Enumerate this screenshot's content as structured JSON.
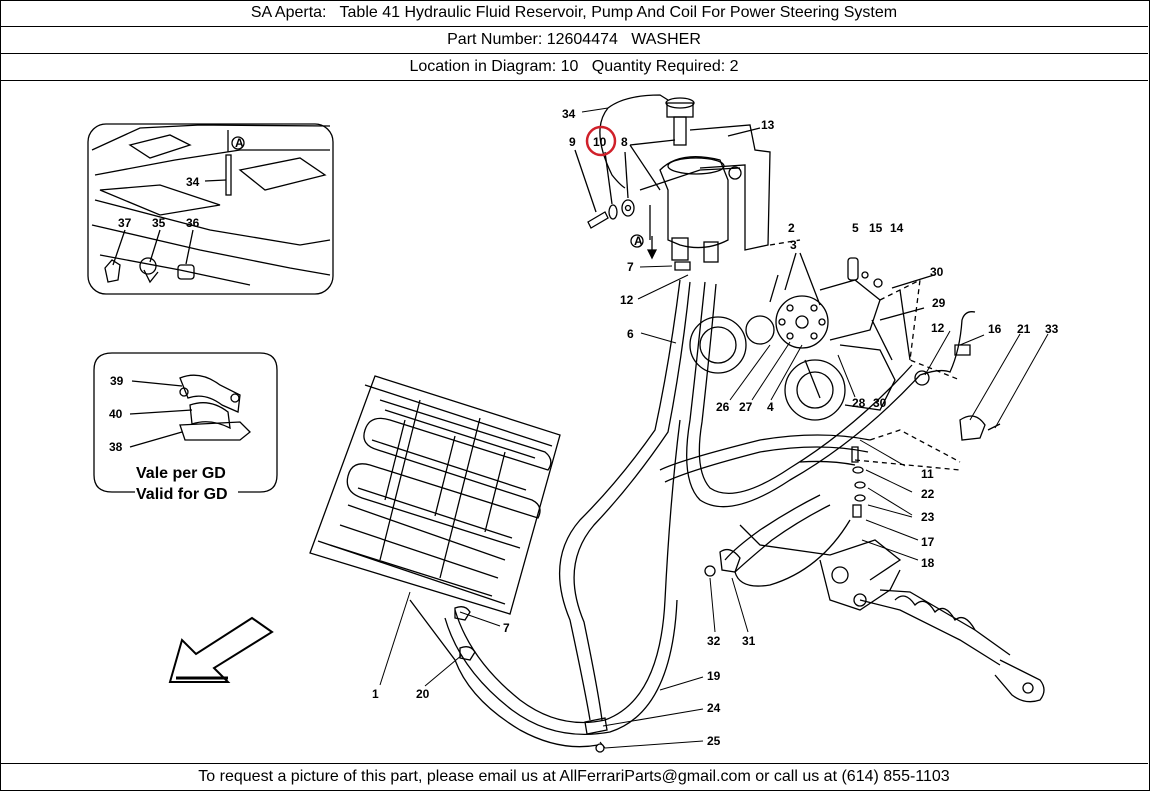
{
  "header": {
    "title": "SA Aperta:   Table 41 Hydraulic Fluid Reservoir, Pump And Coil For Power Steering System",
    "part": "Part Number: 12604474   WASHER",
    "location": "Location in Diagram: 10   Quantity Required: 2"
  },
  "footer": {
    "contact": "To request a picture of this part, please email us at AllFerrariParts@gmail.com or call us at (614) 855-1103"
  },
  "diagram": {
    "highlight_color": "#d0202a",
    "highlighted_label": "10",
    "inset_valid": {
      "line1": "Vale per GD",
      "line2": "Valid for GD"
    },
    "callout_marker": "A",
    "callouts": [
      {
        "id": "34",
        "text": "34"
      },
      {
        "id": "10",
        "text": "10"
      },
      {
        "id": "9",
        "text": "9"
      },
      {
        "id": "8",
        "text": "8"
      },
      {
        "id": "13",
        "text": "13"
      },
      {
        "id": "2",
        "text": "2"
      },
      {
        "id": "3",
        "text": "3"
      },
      {
        "id": "5",
        "text": "5"
      },
      {
        "id": "15",
        "text": "15"
      },
      {
        "id": "14",
        "text": "14"
      },
      {
        "id": "30a",
        "text": "30"
      },
      {
        "id": "7a",
        "text": "7"
      },
      {
        "id": "12a",
        "text": "12"
      },
      {
        "id": "29",
        "text": "29"
      },
      {
        "id": "6",
        "text": "6"
      },
      {
        "id": "12b",
        "text": "12"
      },
      {
        "id": "16",
        "text": "16"
      },
      {
        "id": "21",
        "text": "21"
      },
      {
        "id": "33",
        "text": "33"
      },
      {
        "id": "26",
        "text": "26"
      },
      {
        "id": "27",
        "text": "27"
      },
      {
        "id": "4",
        "text": "4"
      },
      {
        "id": "28",
        "text": "28"
      },
      {
        "id": "30b",
        "text": "30"
      },
      {
        "id": "11",
        "text": "11"
      },
      {
        "id": "22",
        "text": "22"
      },
      {
        "id": "23",
        "text": "23"
      },
      {
        "id": "17",
        "text": "17"
      },
      {
        "id": "18",
        "text": "18"
      },
      {
        "id": "7b",
        "text": "7"
      },
      {
        "id": "32",
        "text": "32"
      },
      {
        "id": "31",
        "text": "31"
      },
      {
        "id": "1",
        "text": "1"
      },
      {
        "id": "20",
        "text": "20"
      },
      {
        "id": "19",
        "text": "19"
      },
      {
        "id": "24",
        "text": "24"
      },
      {
        "id": "25",
        "text": "25"
      },
      {
        "id": "37",
        "text": "37"
      },
      {
        "id": "35",
        "text": "35"
      },
      {
        "id": "36",
        "text": "36"
      },
      {
        "id": "34i",
        "text": "34"
      },
      {
        "id": "39",
        "text": "39"
      },
      {
        "id": "40",
        "text": "40"
      },
      {
        "id": "38",
        "text": "38"
      }
    ]
  }
}
